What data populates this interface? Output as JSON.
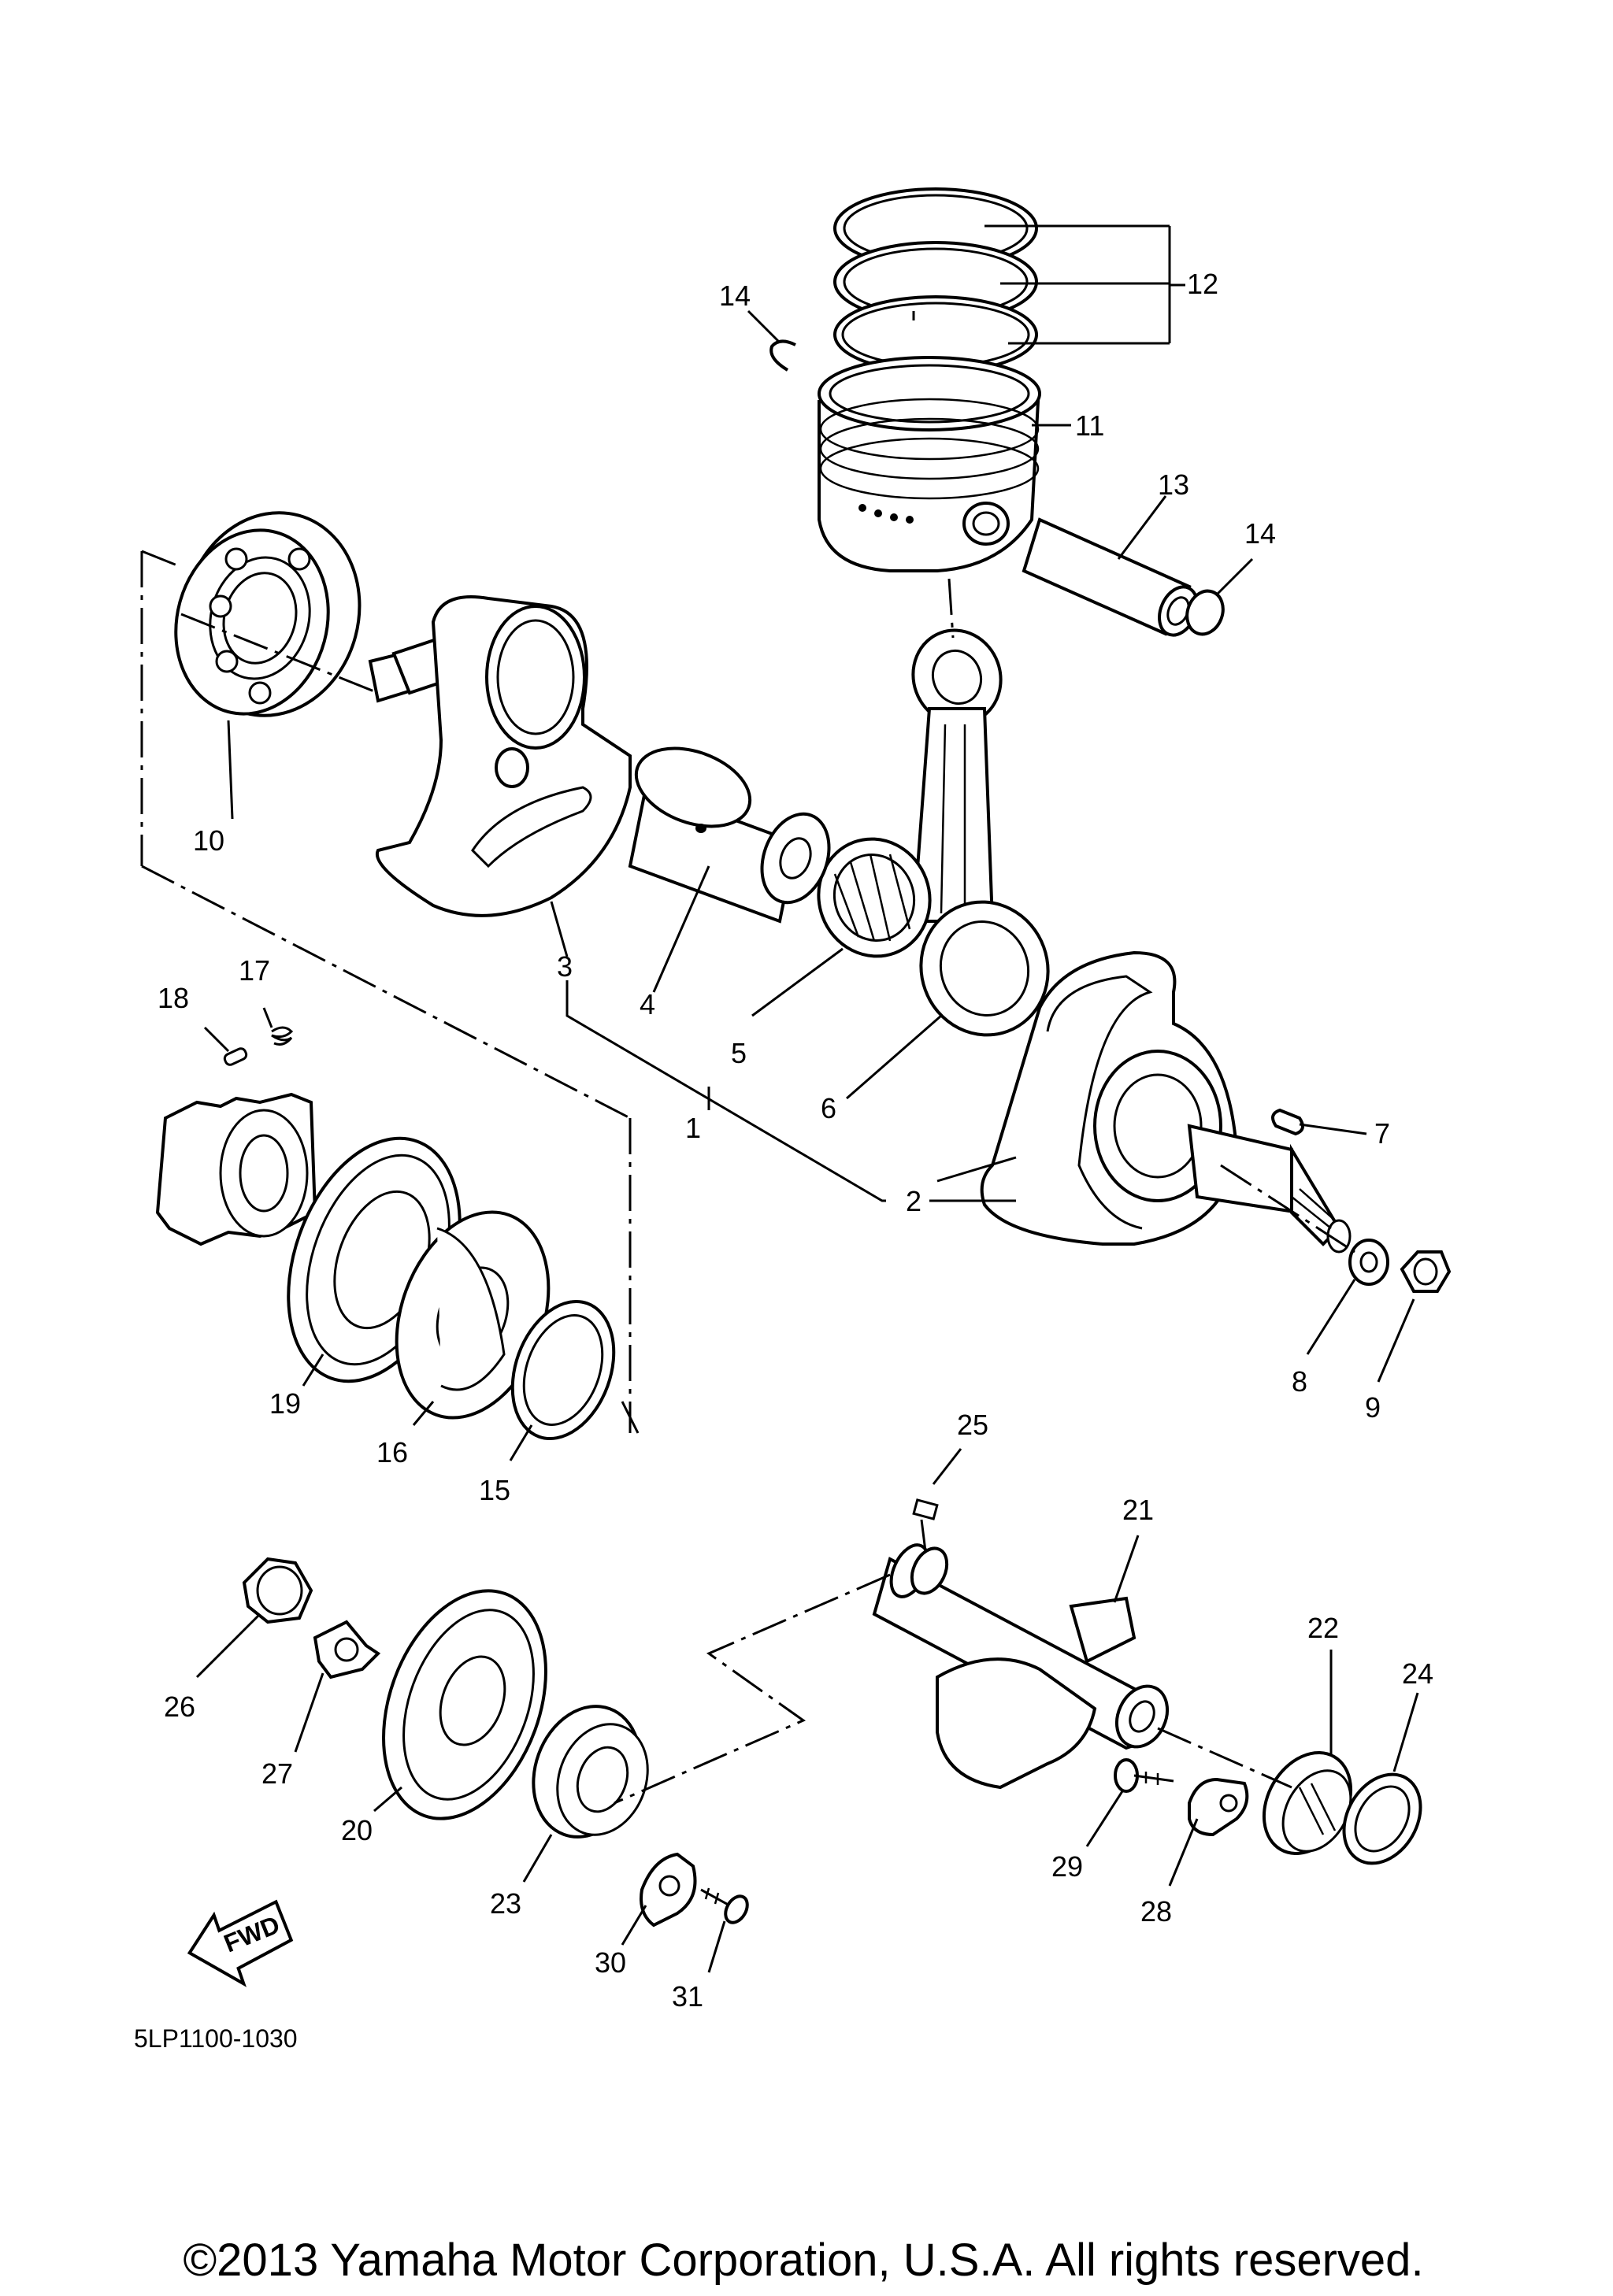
{
  "labels": {
    "p1": "1",
    "p2": "2",
    "p3": "3",
    "p4": "4",
    "p5": "5",
    "p6": "6",
    "p7": "7",
    "p8": "8",
    "p9": "9",
    "p10": "10",
    "p11": "11",
    "p12": "12",
    "p13": "13",
    "p14a": "14",
    "p14b": "14",
    "p15": "15",
    "p16": "16",
    "p17": "17",
    "p18": "18",
    "p19": "19",
    "p20": "20",
    "p21": "21",
    "p22": "22",
    "p23": "23",
    "p24": "24",
    "p25": "25",
    "p26": "26",
    "p27": "27",
    "p28": "28",
    "p29": "29",
    "p30": "30",
    "p31": "31"
  },
  "fwd_label": "FWD",
  "diagram_code": "5LP1100-1030",
  "copyright": "©2013 Yamaha Motor Corporation, U.S.A. All rights reserved."
}
